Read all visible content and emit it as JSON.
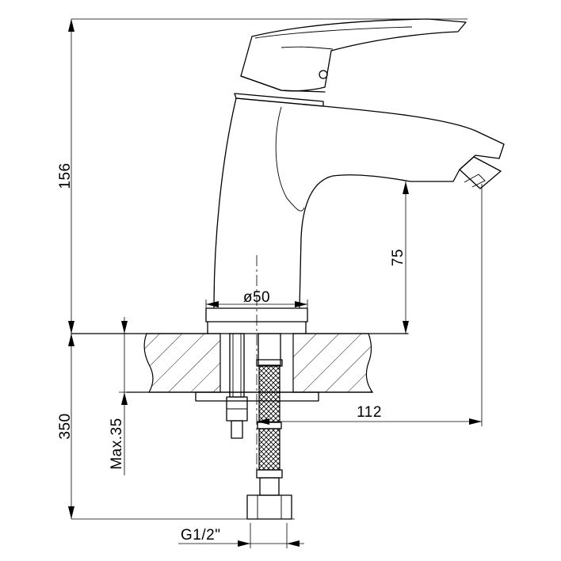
{
  "drawing": {
    "dimensions": {
      "total_height": "156",
      "spout_height": "75",
      "base_diameter": "ø50",
      "spout_reach": "112",
      "hose_length": "350",
      "max_counter_thickness": "Max.35",
      "thread_size": "G1/2\""
    },
    "colors": {
      "line": "#000000",
      "background": "#ffffff"
    }
  }
}
